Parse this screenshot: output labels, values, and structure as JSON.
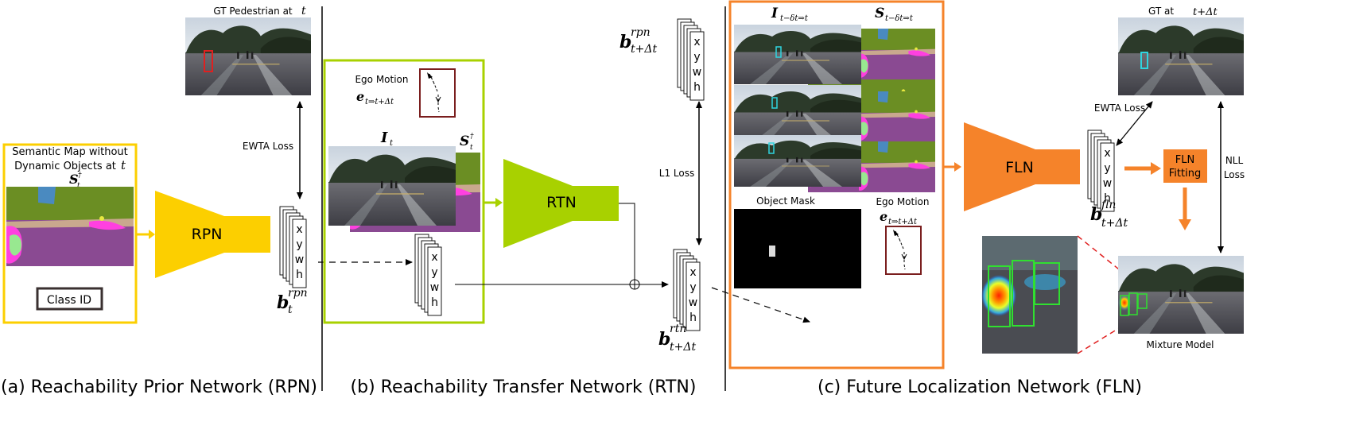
{
  "captions": {
    "rpn": "(a) Reachability Prior Network (RPN)",
    "rtn": "(b) Reachability Transfer Network (RTN)",
    "fln": "(c) Future Localization Network (FLN)"
  },
  "networks": {
    "rpn": "RPN",
    "rtn": "RTN",
    "fln": "FLN"
  },
  "rpn_panel": {
    "semantic_map_line1": "Semantic Map without",
    "semantic_map_line2": "Dynamic Objects at",
    "t": "t",
    "S": "S",
    "S_sub": "t",
    "S_sup": "†",
    "class_id": "Class ID"
  },
  "gt_pedestrian": {
    "label": "GT Pedestrian at",
    "t": "t"
  },
  "losses": {
    "ewta": "EWTA Loss",
    "l1": "L1 Loss",
    "ewta2": "EWTA Loss",
    "nll1": "NLL",
    "nll2": "Loss"
  },
  "box_stack_letters": [
    "x",
    "y",
    "w",
    "h"
  ],
  "bbox_labels": {
    "b": "b",
    "rpn_t_sup": "rpn",
    "rpn_t_sub": "t",
    "rpn_tdt_sup": "rpn",
    "rpn_tdt_sub": "t+Δt",
    "rtn_sup": "rtn",
    "rtn_sub": "t+Δt",
    "fln_sup": "fln",
    "fln_sub": "t+Δt"
  },
  "rtn_panel": {
    "ego_motion": "Ego Motion",
    "e": "e",
    "e_sub": "t⇒t+Δt",
    "I": "I",
    "I_sub": "t",
    "S": "S",
    "S_sub": "t",
    "S_sup": "†"
  },
  "fln_panel": {
    "I": "I",
    "I_sub": "t−δt⇒t",
    "S": "S",
    "S_sub": "t−δt⇒t",
    "object_mask": "Object Mask",
    "ego_motion": "Ego Motion",
    "e": "e",
    "e_sub": "t⇒t+Δt"
  },
  "fln_fitting": {
    "line1": "FLN",
    "line2": "Fitting"
  },
  "gt_future": {
    "label": "GT at",
    "t": "t+Δt"
  },
  "mixture_model": "Mixture Model",
  "colors": {
    "rpn_yellow": "#fccf00",
    "rtn_green": "#a8d100",
    "fln_orange": "#f5832a",
    "ego_box": "#7a1e1e",
    "gt_red": "#e02020",
    "gt_cyan": "#2fd4e0"
  }
}
